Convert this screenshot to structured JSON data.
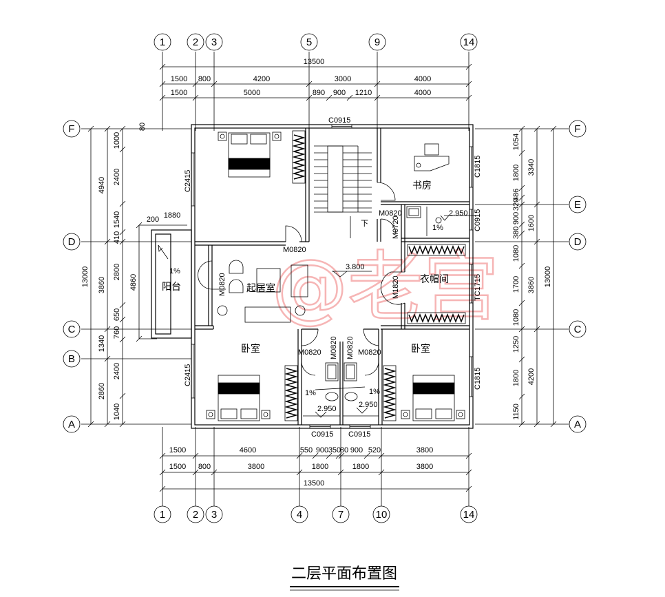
{
  "axes_top": [
    "1",
    "2",
    "3",
    "5",
    "9",
    "14"
  ],
  "axes_bottom": [
    "1",
    "2",
    "3",
    "4",
    "7",
    "10",
    "14"
  ],
  "axes_left": [
    "F",
    "D",
    "C",
    "B",
    "A"
  ],
  "axes_right": [
    "F",
    "E",
    "D",
    "C",
    "A"
  ],
  "dims_top": {
    "total": "13500",
    "row1": [
      "1500",
      "800",
      "4200",
      "3000",
      "4000"
    ],
    "row2": [
      "1500",
      "5000",
      "890",
      "900",
      "1210",
      "4000"
    ]
  },
  "dims_bottom": {
    "total": "13500",
    "row1": [
      "1500",
      "4600",
      "550",
      "900",
      "350",
      "80",
      "900",
      "520",
      "3800"
    ],
    "row2": [
      "1500",
      "800",
      "3800",
      "1800",
      "1800",
      "3800"
    ]
  },
  "dims_left": {
    "outer": "13000",
    "mid": [
      "4940",
      "3860",
      "1340",
      "2860"
    ],
    "inner": [
      "1000",
      "2400",
      "1540",
      "410",
      "2800",
      "650",
      "760",
      "2400",
      "1040"
    ],
    "balcony": "4860",
    "extra": [
      "1880",
      "200",
      "80"
    ]
  },
  "dims_right": {
    "outer": "13000",
    "mid": [
      "3340",
      "1600",
      "3860",
      "4200"
    ],
    "inner": [
      "1054",
      "1800",
      "486",
      "320",
      "900",
      "380",
      "1080",
      "1700",
      "1080",
      "1250",
      "1800",
      "1150"
    ]
  },
  "rooms": {
    "living": "起居室",
    "balcony": "阳台",
    "study": "书房",
    "closet": "衣帽间",
    "bed_left": "卧室",
    "bed_right": "卧室"
  },
  "tags": {
    "c0915_top": "C0915",
    "c2415_a": "C2415",
    "c2415_b": "C2415",
    "c1815_a": "C1815",
    "c1815_b": "C1815",
    "c0915_r": "C0915",
    "tc1715": "TC1715",
    "m0820_a": "M0820",
    "m0820_b": "M0820",
    "m0820_c": "M0820",
    "m0820_d": "M0820",
    "m0820_e": "M0820",
    "m0820_f": "M0820",
    "m0820_g": "M0820",
    "m0720": "M0720",
    "m1820": "M1820",
    "c0915_bl": "C0915",
    "c0915_br": "C0915",
    "stair_down": "下",
    "slope_balcony": "1%",
    "slope_bath1": "1%",
    "slope_bath2": "1%",
    "slope_bath3": "1%",
    "elev_main": "3.800",
    "elev_bath1": "2.950",
    "elev_bath2": "2.950",
    "elev_bath3": "2.950"
  },
  "watermark": "@老宫",
  "title": "二层平面布置图"
}
